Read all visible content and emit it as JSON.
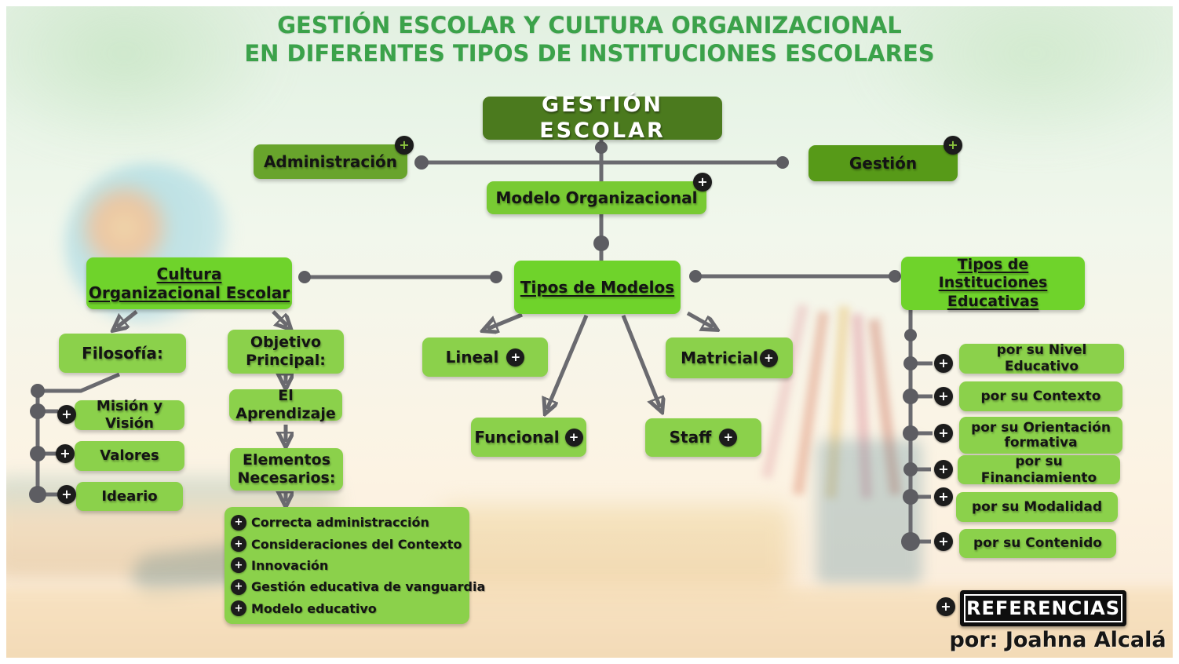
{
  "title": {
    "line1": "GESTIÓN ESCOLAR Y CULTURA ORGANIZACIONAL",
    "line2": "EN DIFERENTES TIPOS DE INSTITUCIONES ESCOLARES"
  },
  "nodes": {
    "gestion_escolar": "GESTIÓN ESCOLAR",
    "administracion": "Administración",
    "gestion": "Gestión",
    "modelo_organizacional": "Modelo Organizacional",
    "cultura_line1": "Cultura",
    "cultura_line2": "Organizacional Escolar",
    "tipos_modelos": "Tipos de Modelos",
    "instituciones_line1": "Tipos de Instituciones",
    "instituciones_line2": "Educativas",
    "filosofia": "Filosofía:",
    "objetivo_line1": "Objetivo",
    "objetivo_line2": "Principal:",
    "el_aprendizaje": "El Aprendizaje",
    "elementos_line1": "Elementos",
    "elementos_line2": "Necesarios:",
    "mision_vision": "Misión y Visión",
    "valores": "Valores",
    "ideario": "Ideario",
    "lineal": "Lineal",
    "funcional": "Funcional",
    "matricial": "Matricial",
    "staff": "Staff"
  },
  "elementos_items": [
    "Correcta administracción",
    "Consideraciones del Contexto",
    "Innovación",
    "Gestión educativa de vanguardia",
    "Modelo educativo"
  ],
  "instituciones_items": [
    "por su Nivel Educativo",
    "por su Contexto",
    "por su Orientación formativa",
    "por su Financiamiento",
    "por su Modalidad",
    "por su Contenido"
  ],
  "footer": {
    "referencias": "REFERENCIAS",
    "author": "por: Joahna Alcalá"
  },
  "icons": {
    "plus": "+"
  },
  "colors": {
    "title_green": "#3ba24a",
    "root_dark_green": "#4b7a1e",
    "administracion_green": "#68a42c",
    "gestion_green": "#579a18",
    "modelo_green": "#78ca33",
    "bright_green": "#6fd32b",
    "leaf_green": "#8bd14b",
    "connector_gray": "#6a6a6f",
    "plus_black": "#1c1c1c"
  }
}
